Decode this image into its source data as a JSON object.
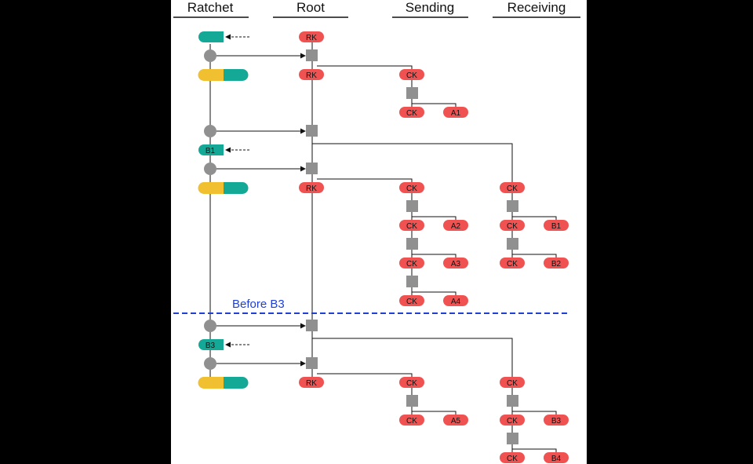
{
  "headers": {
    "ratchet": "Ratchet",
    "root": "Root",
    "sending": "Sending",
    "receiving": "Receiving"
  },
  "annotation": "Before B3",
  "labels": {
    "rk": "RK",
    "ck": "CK",
    "b1": "B1",
    "b3": "B3",
    "a1": "A1",
    "a2": "A2",
    "a3": "A3",
    "a4": "A4",
    "a5": "A5",
    "rb1": "B1",
    "rb2": "B2",
    "rb3": "B3",
    "rb4": "B4"
  },
  "colors": {
    "panel": "#ffffff",
    "red": "#f05252",
    "teal": "#14a896",
    "yellow": "#f0c030",
    "gray": "#909090",
    "line": "#111111",
    "dash": "#1f3fd6"
  }
}
